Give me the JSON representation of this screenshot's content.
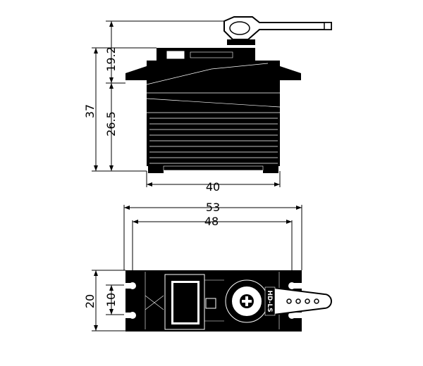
{
  "diagram": {
    "side_view": {
      "dimensions": {
        "total_height": "37",
        "upper_height": "19.2",
        "body_height": "26.5",
        "body_width": "40"
      }
    },
    "top_view": {
      "dimensions": {
        "mount_width": "53",
        "hole_spacing": "48",
        "body_depth": "20",
        "hole_offset": "10"
      },
      "label": "HD-LS"
    },
    "colors": {
      "ink": "#000000",
      "paper": "#ffffff"
    }
  }
}
